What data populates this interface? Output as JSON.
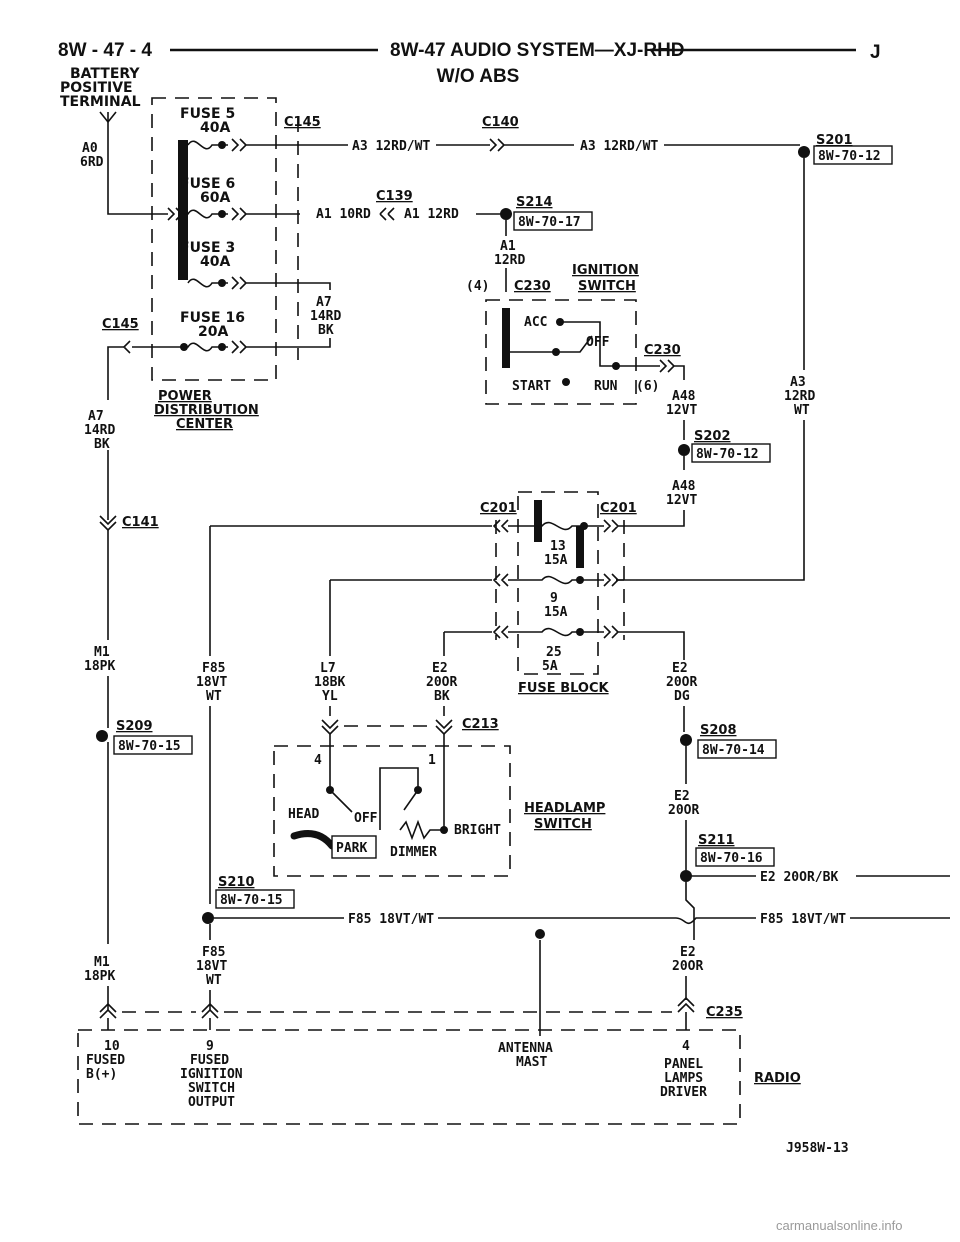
{
  "header": {
    "page_ref": "8W - 47 - 4",
    "title": "8W-47 AUDIO SYSTEM—XJ-RHD",
    "subtitle": "W/O ABS",
    "section_letter": "J"
  },
  "battery": {
    "line1": "BATTERY",
    "line2": "POSITIVE",
    "line3": "TERMINAL"
  },
  "pdc": {
    "label1": "POWER",
    "label2": "DISTRIBUTION",
    "label3": "CENTER",
    "fuses": [
      {
        "name": "FUSE 5",
        "rating": "40A"
      },
      {
        "name": "FUSE 6",
        "rating": "60A"
      },
      {
        "name": "FUSE 3",
        "rating": "40A"
      },
      {
        "name": "FUSE 16",
        "rating": "20A"
      }
    ]
  },
  "wires": {
    "a0": "A0",
    "a0c": "6RD",
    "a3_1": "A3 12RD/WT",
    "a3_2": "A3 12RD/WT",
    "a1_1": "A1 10RD",
    "a1_2": "A1 12RD",
    "a1v": "A1",
    "a1vc": "12RD",
    "a7a": "A7",
    "a7ac": "14RD",
    "a7ad": "BK",
    "a7b": "A7",
    "a7bc": "14RD",
    "a7bd": "BK",
    "a48a": "A48",
    "a48ac": "12VT",
    "a48b": "A48",
    "a48bc": "12VT",
    "a3v": "A3",
    "a3vc": "12RD",
    "a3vd": "WT",
    "m1a": "M1",
    "m1ac": "18PK",
    "m1b": "M1",
    "m1bc": "18PK",
    "f85a": "F85",
    "f85ac": "18VT",
    "f85ad": "WT",
    "l7": "L7",
    "l7c": "18BK",
    "l7d": "YL",
    "e2a": "E2",
    "e2ac": "20OR",
    "e2ad": "BK",
    "e2b": "E2",
    "e2bc": "20OR",
    "e2bd": "DG",
    "e2c": "E2",
    "e2cc": "20OR",
    "e2h": "E2 20OR/BK",
    "f85h1": "F85 18VT/WT",
    "f85h2": "F85 18VT/WT",
    "f85b": "F85",
    "f85bc": "18VT",
    "f85bd": "WT",
    "e2d": "E2",
    "e2dc": "20OR"
  },
  "connectors": {
    "c145a": "C145",
    "c145b": "C145",
    "c140": "C140",
    "c139": "C139",
    "c230a": "C230",
    "c230b": "C230",
    "c230pin": "(4)",
    "c230pin2": "(6)",
    "c201a": "C201",
    "c201b": "C201",
    "c141": "C141",
    "c213": "C213",
    "c235": "C235"
  },
  "splices": {
    "s201": "S201",
    "s201ref": "8W-70-12",
    "s214": "S214",
    "s214ref": "8W-70-17",
    "s202": "S202",
    "s202ref": "8W-70-12",
    "s209": "S209",
    "s209ref": "8W-70-15",
    "s208": "S208",
    "s208ref": "8W-70-14",
    "s211": "S211",
    "s211ref": "8W-70-16",
    "s210": "S210",
    "s210ref": "8W-70-15"
  },
  "ignition": {
    "label1": "IGNITION",
    "label2": "SWITCH",
    "acc": "ACC",
    "off": "OFF",
    "start": "START",
    "run": "RUN"
  },
  "fuse_block": {
    "label": "FUSE BLOCK",
    "f13": "13",
    "f13r": "15A",
    "f9": "9",
    "f9r": "15A",
    "f25": "25",
    "f25r": "5A"
  },
  "headlamp": {
    "label1": "HEADLAMP",
    "label2": "SWITCH",
    "pin4": "4",
    "pin1": "1",
    "head": "HEAD",
    "off": "OFF",
    "park": "PARK",
    "dimmer": "DIMMER",
    "bright": "BRIGHT"
  },
  "radio": {
    "label": "RADIO",
    "p10": "10",
    "p10a": "FUSED",
    "p10b": "B(+)",
    "p9": "9",
    "p9a": "FUSED",
    "p9b": "IGNITION",
    "p9c": "SWITCH",
    "p9d": "OUTPUT",
    "ant1": "ANTENNA",
    "ant2": "MAST",
    "p4": "4",
    "p4a": "PANEL",
    "p4b": "LAMPS",
    "p4c": "DRIVER"
  },
  "figure_id": "J958W-13",
  "watermark": "carmanualsonline.info"
}
